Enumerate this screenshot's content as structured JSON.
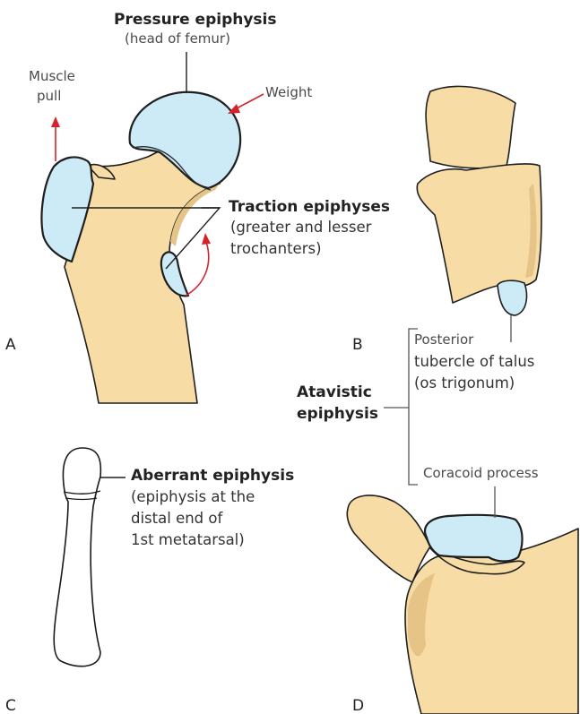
{
  "labels": {
    "pressure_title": "Pressure epiphysis",
    "pressure_sub": "(head of femur)",
    "muscle_pull_1": "Muscle",
    "muscle_pull_2": "pull",
    "weight": "Weight",
    "traction_title": "Traction epiphyses",
    "traction_sub_1": "(greater and lesser",
    "traction_sub_2": "trochanters)",
    "posterior_1": "Posterior",
    "posterior_2": "tubercle of talus",
    "posterior_3": "(os trigonum)",
    "atavistic_1": "Atavistic",
    "atavistic_2": "epiphysis",
    "coracoid": "Coracoid process",
    "aberrant_title": "Aberrant epiphysis",
    "aberrant_sub_1": "(epiphysis at the",
    "aberrant_sub_2": "distal end of",
    "aberrant_sub_3": "1st metatarsal)"
  },
  "panels": {
    "a": "A",
    "b": "B",
    "c": "C",
    "d": "D"
  },
  "colors": {
    "bone_fill": "#f7dca6",
    "epiphysis_fill": "#cdeaf7",
    "arrow_color": "#d6232b",
    "outline": "#1f1f1f"
  }
}
